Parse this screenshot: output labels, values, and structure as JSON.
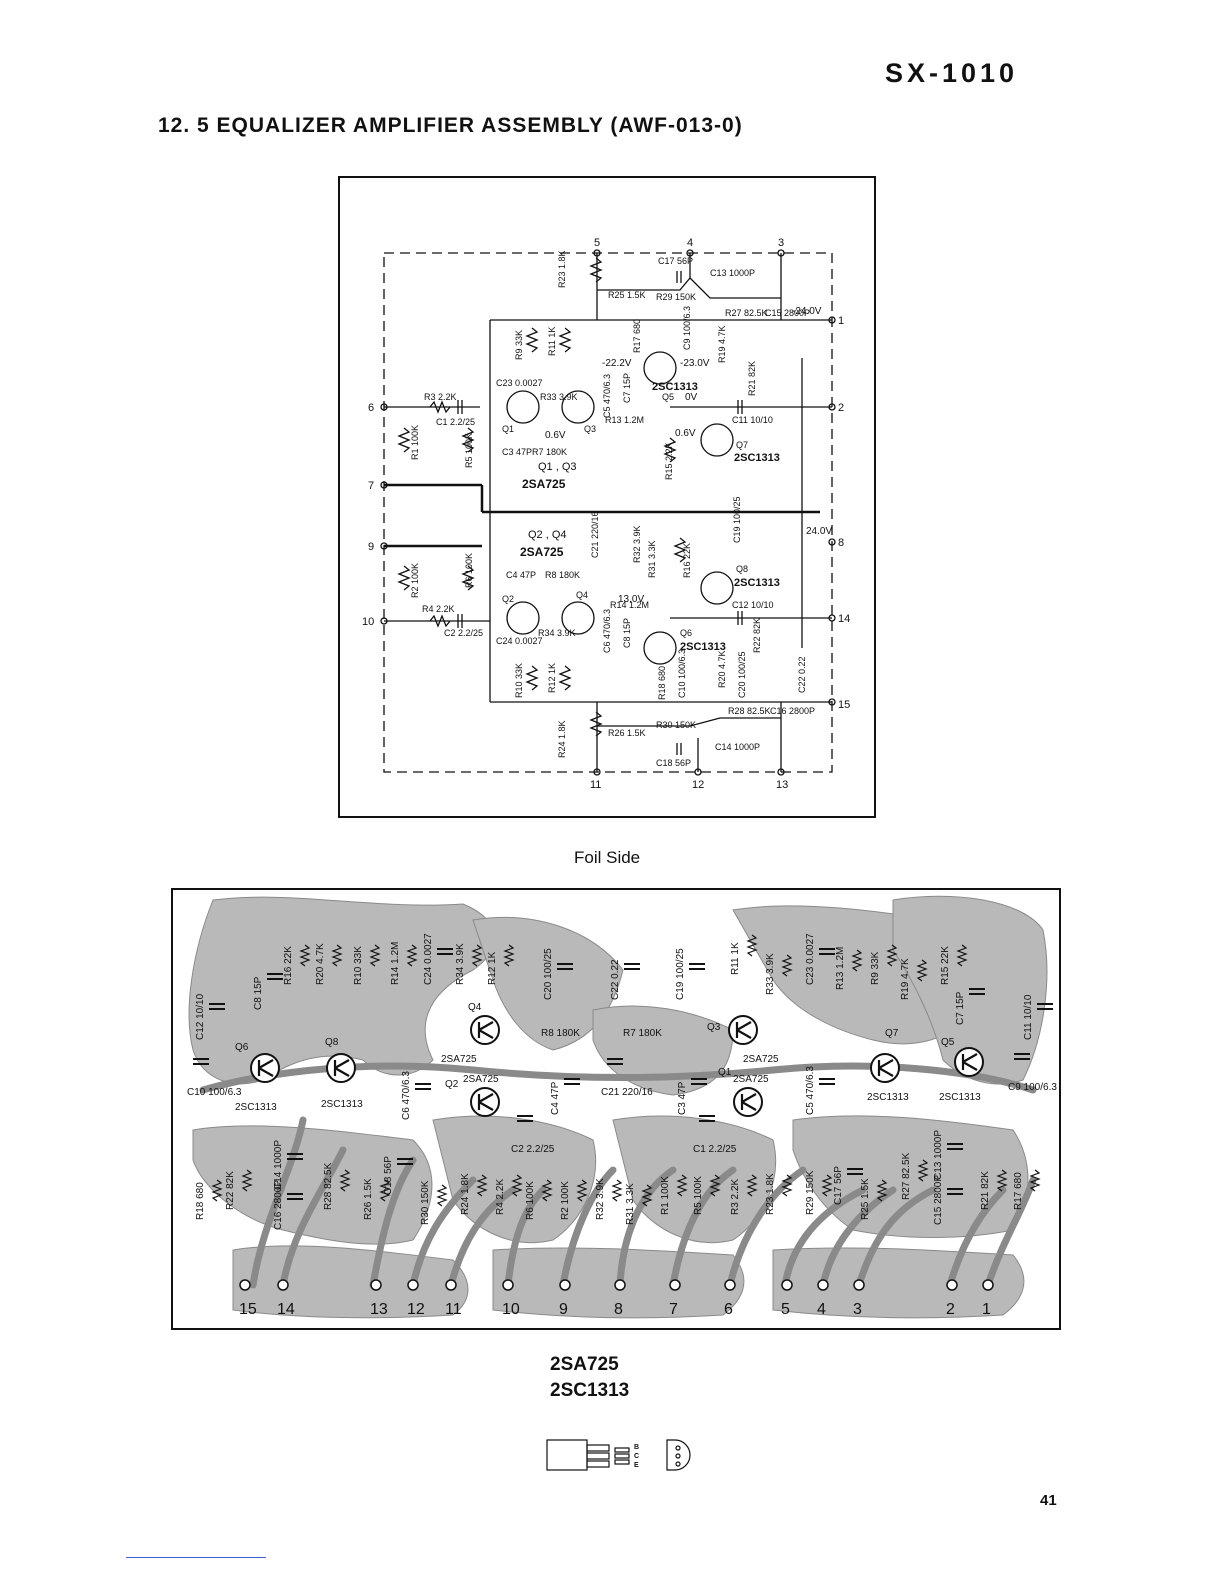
{
  "header": {
    "model": "SX-1010",
    "section_title": "12. 5  EQUALIZER  AMPLIFIER  ASSEMBLY  (AWF-013-0)"
  },
  "schematic": {
    "terminals": [
      "1",
      "2",
      "3",
      "4",
      "5",
      "6",
      "7",
      "8",
      "9",
      "10",
      "11",
      "12",
      "13",
      "14",
      "15"
    ],
    "components": [
      "R23 1.8K",
      "C17 56P",
      "C13 1000P",
      "R25 1.5K",
      "R29 150K",
      "R27 82.5K",
      "C15 2800P",
      "R9 33K",
      "R11 1K",
      "C23 0.0027",
      "R33 3.9K",
      "C5 470/6.3",
      "C7 15P",
      "R17 680",
      "C9 100/6.3",
      "R19 4.7K",
      "R21 82K",
      "R3 2.2K",
      "C1 2.2/25",
      "R1 100K",
      "R5 100K",
      "C3 47P",
      "R7 180K",
      "R13 1.2M",
      "R15 2.2K",
      "C11 10/10",
      "C21 220/16",
      "R32 3.9K",
      "R31 3.3K",
      "R16 22K",
      "C19 100/25",
      "R4 2.2K",
      "C2 2.2/25",
      "R2 100K",
      "R6 100K",
      "C4 47P",
      "R8 180K",
      "R14 1.2M",
      "C24 0.0027",
      "R34 3.9K",
      "C6 470/6.3",
      "C8 15P",
      "R10 33K",
      "R12 1K",
      "R18 680",
      "C10 100/6.3",
      "R20 4.7K",
      "C20 100/25",
      "R22 82K",
      "C22 0.22",
      "C12 10/10",
      "R24 1.8K",
      "R26 1.5K",
      "R30 150K",
      "R28 82.5K",
      "C16 2800P",
      "C14 1000P",
      "C18 56P"
    ],
    "voltages": [
      "-24.0V",
      "-22.2V",
      "-23.0V",
      "0V",
      "0.6V",
      "0.6V",
      "24.0V",
      "13.0V"
    ],
    "transistor_labels": [
      "Q1",
      "Q3",
      "Q5",
      "Q7",
      "Q2",
      "Q4",
      "Q6",
      "Q8",
      "2SC1313",
      "2SC1313",
      "2SC1313",
      "2SC1313"
    ],
    "group_labels": [
      "Q1 , Q3",
      "2SA725",
      "Q2 , Q4",
      "2SA725"
    ]
  },
  "foil_label": "Foil Side",
  "pcb": {
    "components": [
      "C12 10/10",
      "C8 15P",
      "R16 22K",
      "R20 4.7K",
      "R10 33K",
      "R14 1.2M",
      "C24 0.0027",
      "R34 3.9K",
      "R12 1K",
      "C20 100/25",
      "C22 0.22",
      "C19 100/25",
      "R11 1K",
      "R33 3.9K",
      "C23 0.0027",
      "R13 1.2M",
      "R9 33K",
      "R19 4.7K",
      "R15 22K",
      "C7 15P",
      "C11 10/10",
      "Q6",
      "Q8",
      "Q4",
      "2SA725",
      "R8 180K",
      "R7 180K",
      "Q3",
      "2SA725",
      "Q7",
      "Q5",
      "C10 100/6.3",
      "2SC1313",
      "2SC1313",
      "Q2",
      "2SA725",
      "C6 470/6.3",
      "C4 47P",
      "C21 220/16",
      "C3 47P",
      "Q1",
      "2SA725",
      "C5 470/6.3",
      "2SC1313",
      "2SC1313",
      "C9 100/6.3",
      "C2 2.2/25",
      "C1 2.2/25",
      "R18 680",
      "R22 82K",
      "C14 1000P",
      "C16 2800P",
      "R28 82.5K",
      "R26 1.5K",
      "C18 56P",
      "R30 150K",
      "R24 1.8K",
      "R4 2.2K",
      "R6 100K",
      "R2 100K",
      "R32 3.9K",
      "R31 3.3K",
      "R1 100K",
      "R5 100K",
      "R3 2.2K",
      "R23 1.8K",
      "R29 150K",
      "C17 56P",
      "R25 1.5K",
      "R27 82.5K",
      "C13 1000P",
      "C15 2800P",
      "R21 82K",
      "R17 680"
    ],
    "terminals": [
      "15",
      "14",
      "13",
      "12",
      "11",
      "10",
      "9",
      "8",
      "7",
      "6",
      "5",
      "4",
      "3",
      "2",
      "1"
    ]
  },
  "pinout": {
    "line1": "2SA725",
    "line2": "2SC1313",
    "pins": [
      "B",
      "C",
      "E"
    ]
  },
  "page_number": "41"
}
